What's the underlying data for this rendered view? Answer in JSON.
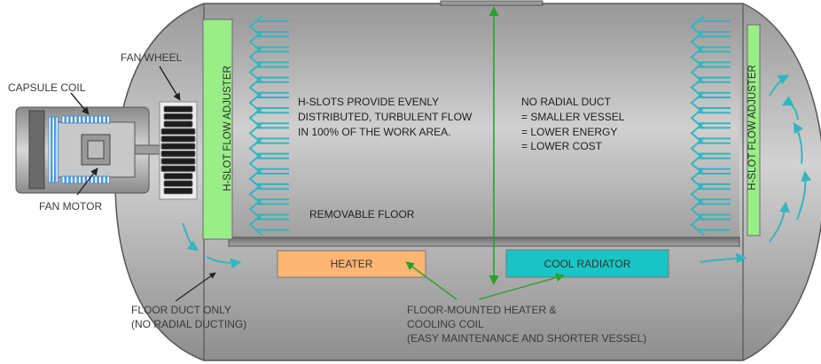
{
  "labels": {
    "fan_wheel": "FAN WHEEL",
    "capsule_coil": "CAPSULE COIL",
    "fan_motor": "FAN MOTOR",
    "hslot_left": "H-SLOT FLOW ADJUSTER",
    "hslot_right": "H-SLOT FLOW ADJUSTER",
    "hslots_text": [
      "H-SLOTS PROVIDE EVENLY",
      "DISTRIBUTED, TURBULENT FLOW",
      "IN 100% OF THE WORK AREA."
    ],
    "no_radial_text": [
      "NO RADIAL DUCT",
      "= SMALLER VESSEL",
      "= LOWER ENERGY",
      "= LOWER COST"
    ],
    "removable_floor": "REMOVABLE FLOOR",
    "heater": "HEATER",
    "cool_radiator": "COOL RADIATOR",
    "floor_duct": [
      "FLOOR DUCT ONLY",
      "(NO RADIAL DUCTING)"
    ],
    "floor_mounted": [
      "FLOOR-MOUNTED HEATER &",
      "COOLING COIL",
      "(EASY MAINTENANCE AND SHORTER VESSEL)"
    ]
  },
  "colors": {
    "vessel": "#a8a8a8",
    "adjuster": "#99ee88",
    "heater": "#ffb673",
    "radiator": "#18c4c4",
    "arrow": "#33b5c0",
    "dimension": "#2aa12a"
  }
}
